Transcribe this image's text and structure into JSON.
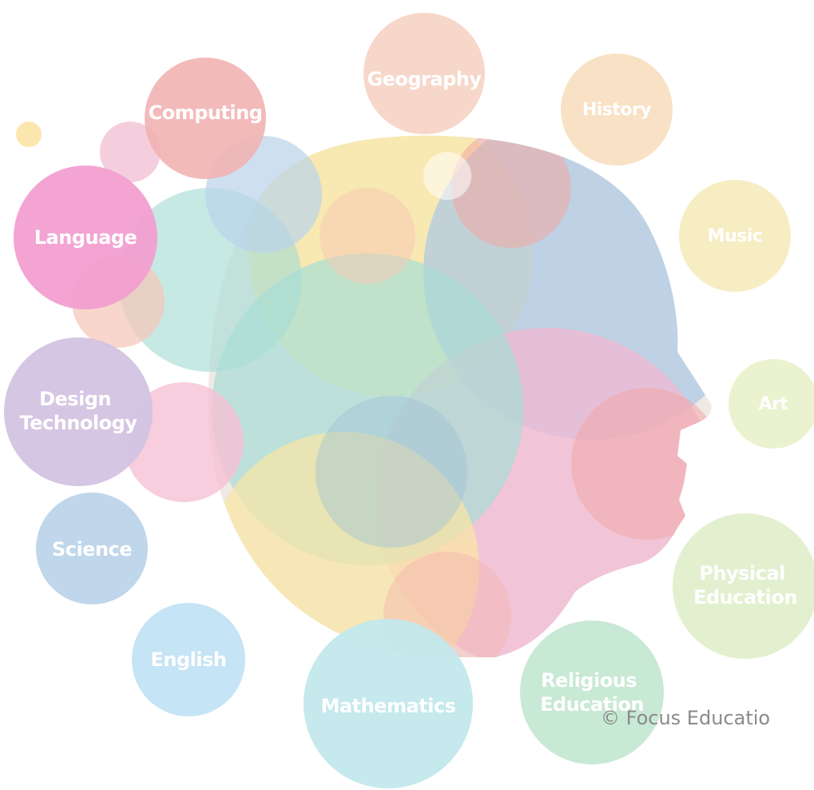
{
  "subjects": [
    {
      "id": "computing",
      "lines": [
        "Computing"
      ],
      "color": "#f2b3b3"
    },
    {
      "id": "geography",
      "lines": [
        "Geography"
      ],
      "color": "#f6d3c4"
    },
    {
      "id": "history",
      "lines": [
        "History"
      ],
      "color": "#f8dfc2"
    },
    {
      "id": "language",
      "lines": [
        "Language"
      ],
      "color": "#f29fd0"
    },
    {
      "id": "music",
      "lines": [
        "Music"
      ],
      "color": "#f6ecc0"
    },
    {
      "id": "design-technology",
      "lines": [
        "Design",
        "Technology"
      ],
      "color": "#d3c3e1"
    },
    {
      "id": "art",
      "lines": [
        "Art"
      ],
      "color": "#eaf1cc"
    },
    {
      "id": "science",
      "lines": [
        "Science"
      ],
      "color": "#bdd4ea"
    },
    {
      "id": "physical-education",
      "lines": [
        "Physical",
        "Education"
      ],
      "color": "#e0efcc"
    },
    {
      "id": "english",
      "lines": [
        "English"
      ],
      "color": "#c2e3f4"
    },
    {
      "id": "mathematics",
      "lines": [
        "Mathematics"
      ],
      "color": "#c2e8ec"
    },
    {
      "id": "religious-education",
      "lines": [
        "Religious",
        "Education"
      ],
      "color": "#c5e8d2"
    }
  ],
  "copyright": "© Focus Educatio"
}
